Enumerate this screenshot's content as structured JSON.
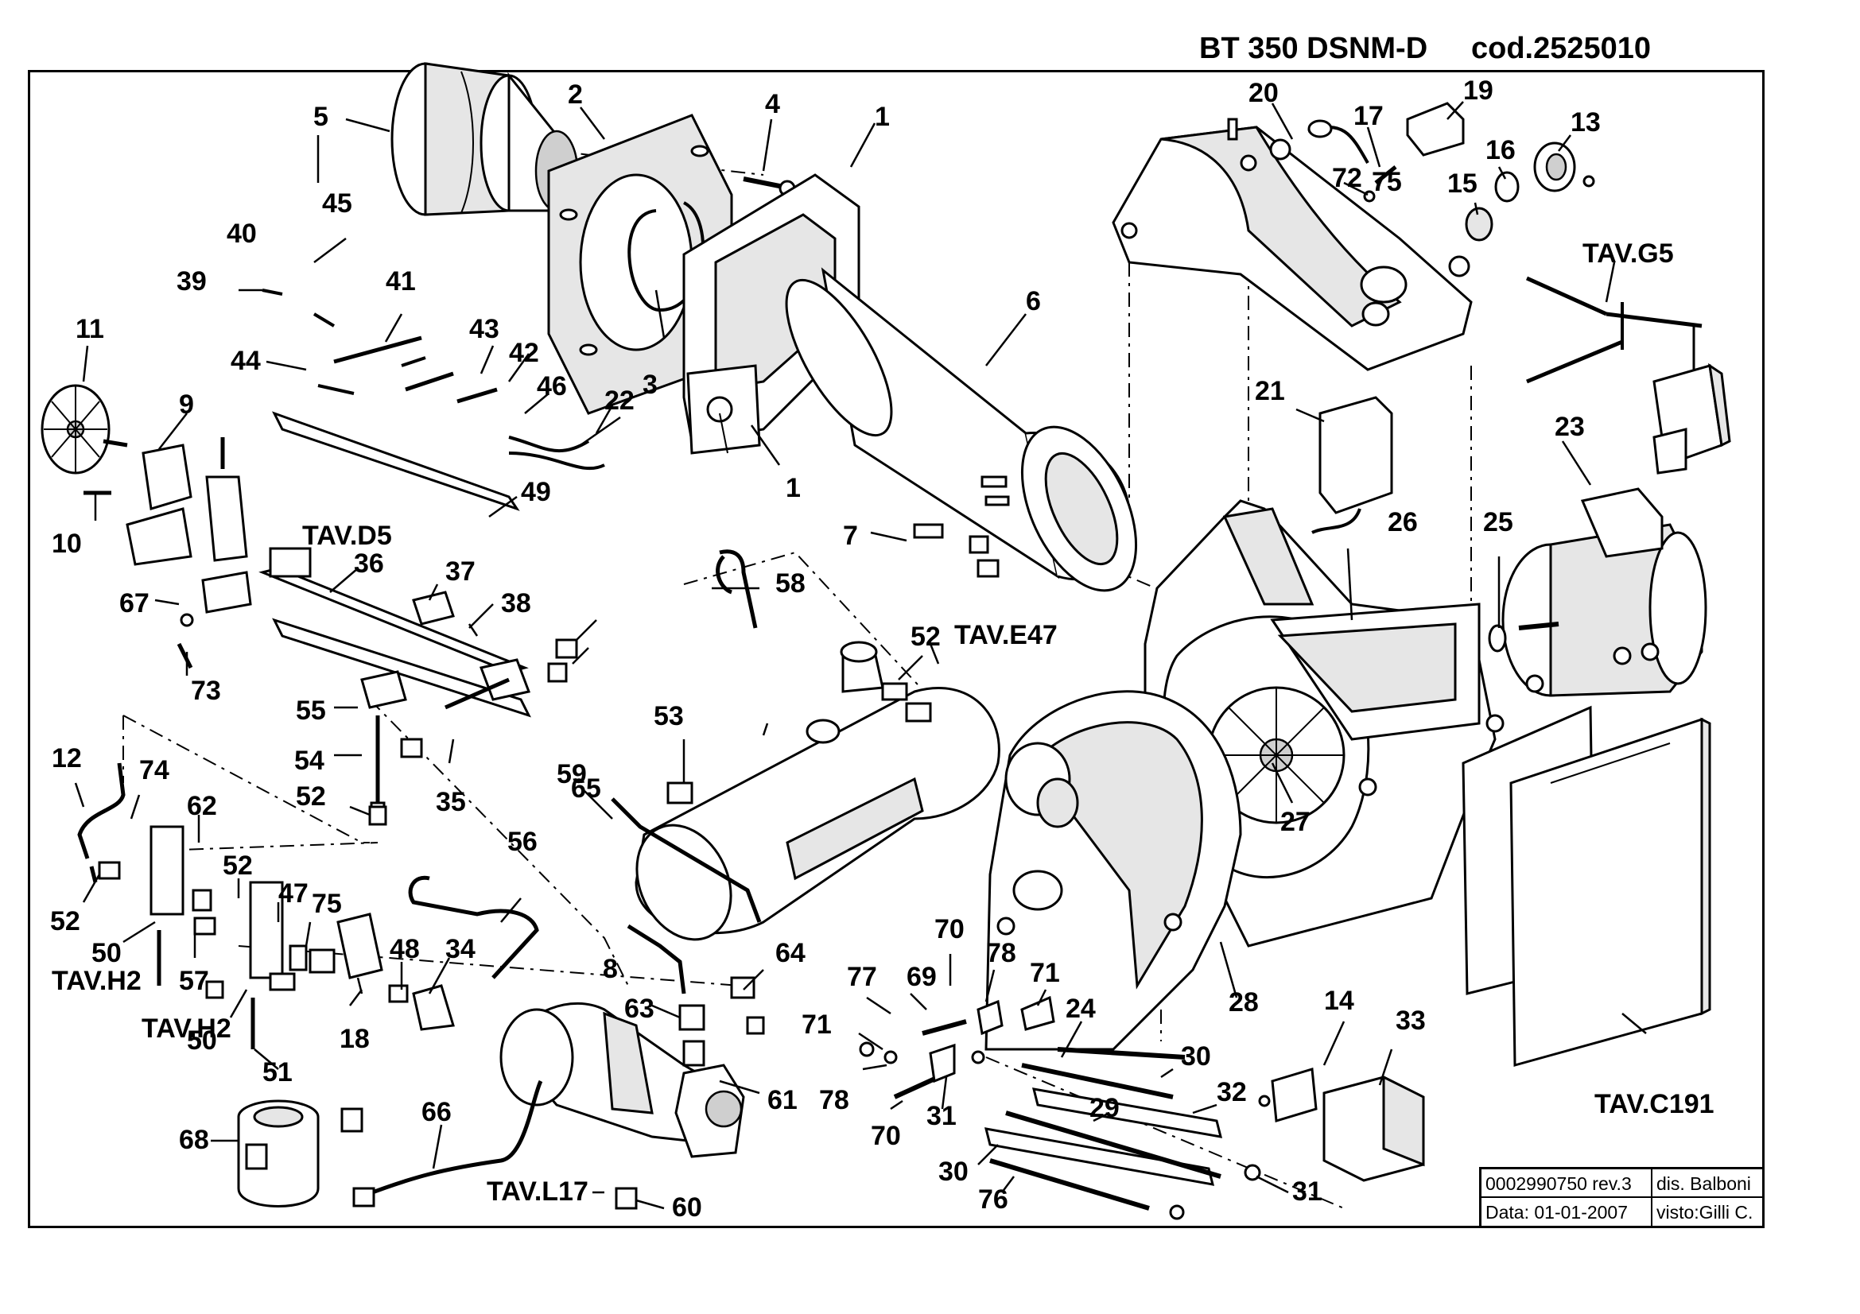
{
  "header": {
    "model": "BT 350 DSNM-D",
    "code": "cod.2525010"
  },
  "title_block": {
    "drawing_number": "0002990750 rev.3",
    "designer": "dis. Balboni",
    "date": "Data: 01-01-2007",
    "approved": "visto:Gilli C."
  },
  "labels": [
    {
      "text": "1"
    },
    {
      "text": "1"
    },
    {
      "text": "2"
    },
    {
      "text": "3"
    },
    {
      "text": "4"
    },
    {
      "text": "5"
    },
    {
      "text": "6"
    },
    {
      "text": "7"
    },
    {
      "text": "8"
    },
    {
      "text": "9"
    },
    {
      "text": "10"
    },
    {
      "text": "11"
    },
    {
      "text": "12"
    },
    {
      "text": "13"
    },
    {
      "text": "14"
    },
    {
      "text": "15"
    },
    {
      "text": "16"
    },
    {
      "text": "17"
    },
    {
      "text": "18"
    },
    {
      "text": "19"
    },
    {
      "text": "20"
    },
    {
      "text": "21"
    },
    {
      "text": "22"
    },
    {
      "text": "23"
    },
    {
      "text": "24"
    },
    {
      "text": "25"
    },
    {
      "text": "26"
    },
    {
      "text": "27"
    },
    {
      "text": "28"
    },
    {
      "text": "29"
    },
    {
      "text": "30"
    },
    {
      "text": "30"
    },
    {
      "text": "31"
    },
    {
      "text": "31"
    },
    {
      "text": "32"
    },
    {
      "text": "33"
    },
    {
      "text": "34"
    },
    {
      "text": "35"
    },
    {
      "text": "36"
    },
    {
      "text": "37"
    },
    {
      "text": "38"
    },
    {
      "text": "39"
    },
    {
      "text": "40"
    },
    {
      "text": "41"
    },
    {
      "text": "42"
    },
    {
      "text": "43"
    },
    {
      "text": "44"
    },
    {
      "text": "45"
    },
    {
      "text": "46"
    },
    {
      "text": "47"
    },
    {
      "text": "48"
    },
    {
      "text": "49"
    },
    {
      "text": "50"
    },
    {
      "text": "50"
    },
    {
      "text": "51"
    },
    {
      "text": "52"
    },
    {
      "text": "52"
    },
    {
      "text": "52"
    },
    {
      "text": "52"
    },
    {
      "text": "53"
    },
    {
      "text": "54"
    },
    {
      "text": "55"
    },
    {
      "text": "56"
    },
    {
      "text": "57"
    },
    {
      "text": "58"
    },
    {
      "text": "59"
    },
    {
      "text": "60"
    },
    {
      "text": "61"
    },
    {
      "text": "62"
    },
    {
      "text": "63"
    },
    {
      "text": "64"
    },
    {
      "text": "65"
    },
    {
      "text": "66"
    },
    {
      "text": "67"
    },
    {
      "text": "68"
    },
    {
      "text": "69"
    },
    {
      "text": "70"
    },
    {
      "text": "70"
    },
    {
      "text": "71"
    },
    {
      "text": "71"
    },
    {
      "text": "72"
    },
    {
      "text": "73"
    },
    {
      "text": "74"
    },
    {
      "text": "75"
    },
    {
      "text": "75"
    },
    {
      "text": "76"
    },
    {
      "text": "77"
    },
    {
      "text": "78"
    },
    {
      "text": "78"
    },
    {
      "text": "TAV.G5"
    },
    {
      "text": "TAV.D5"
    },
    {
      "text": "TAV.E47"
    },
    {
      "text": "TAV.H2"
    },
    {
      "text": "TAV.H2"
    },
    {
      "text": "TAV.L17"
    },
    {
      "text": "TAV.C191"
    }
  ]
}
